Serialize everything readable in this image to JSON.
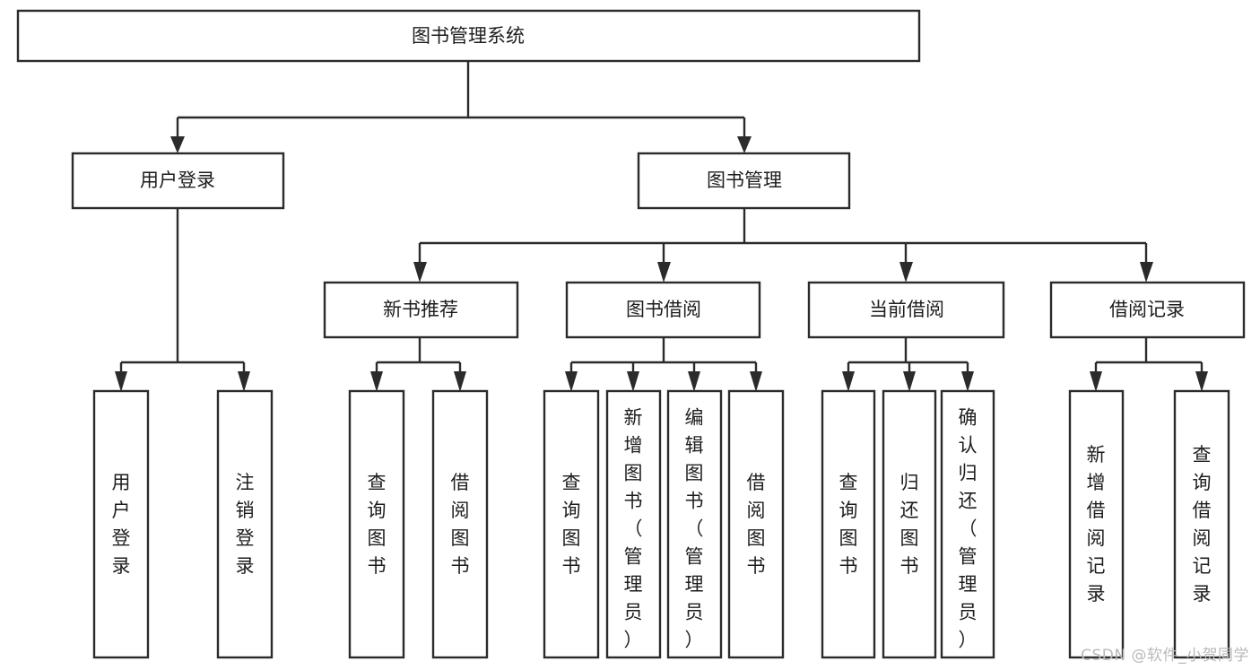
{
  "diagram": {
    "title": "图书管理系统",
    "type": "功能结构图",
    "watermark": "CSDN @软件_小贺同学",
    "colors": {
      "box_stroke": "#2b2b2b",
      "box_fill": "#ffffff",
      "line": "#2b2b2b",
      "text": "#1d1d1d",
      "background": "#ffffff",
      "watermark": "#b9b9b9"
    },
    "root": {
      "id": "root",
      "label": "图书管理系统",
      "orientation": "horizontal"
    },
    "level2": [
      {
        "id": "user-login",
        "label": "用户登录",
        "orientation": "horizontal"
      },
      {
        "id": "book-manage",
        "label": "图书管理",
        "orientation": "horizontal"
      }
    ],
    "level3": [
      {
        "id": "new-book-recommend",
        "label": "新书推荐",
        "parent": "book-manage",
        "orientation": "horizontal"
      },
      {
        "id": "book-borrow",
        "label": "图书借阅",
        "parent": "book-manage",
        "orientation": "horizontal"
      },
      {
        "id": "current-borrow",
        "label": "当前借阅",
        "parent": "book-manage",
        "orientation": "horizontal"
      },
      {
        "id": "borrow-record",
        "label": "借阅记录",
        "parent": "book-manage",
        "orientation": "horizontal"
      }
    ],
    "leaves": [
      {
        "id": "leaf-user-login",
        "label": "用户登录",
        "parent": "user-login",
        "orientation": "vertical",
        "align": "middle"
      },
      {
        "id": "leaf-logout",
        "label": "注销登录",
        "parent": "user-login",
        "orientation": "vertical",
        "align": "middle"
      },
      {
        "id": "leaf-query-book-1",
        "label": "查询图书",
        "parent": "new-book-recommend",
        "orientation": "vertical",
        "align": "middle"
      },
      {
        "id": "leaf-borrow-book-1",
        "label": "借阅图书",
        "parent": "new-book-recommend",
        "orientation": "vertical",
        "align": "middle"
      },
      {
        "id": "leaf-query-book-2",
        "label": "查询图书",
        "parent": "book-borrow",
        "orientation": "vertical",
        "align": "middle"
      },
      {
        "id": "leaf-add-book",
        "label": "新增图书（管理员）",
        "parent": "book-borrow",
        "orientation": "vertical",
        "align": "top"
      },
      {
        "id": "leaf-edit-book",
        "label": "编辑图书（管理员）",
        "parent": "book-borrow",
        "orientation": "vertical",
        "align": "top"
      },
      {
        "id": "leaf-borrow-book-2",
        "label": "借阅图书",
        "parent": "book-borrow",
        "orientation": "vertical",
        "align": "middle"
      },
      {
        "id": "leaf-query-book-3",
        "label": "查询图书",
        "parent": "current-borrow",
        "orientation": "vertical",
        "align": "middle"
      },
      {
        "id": "leaf-return-book",
        "label": "归还图书",
        "parent": "current-borrow",
        "orientation": "vertical",
        "align": "middle"
      },
      {
        "id": "leaf-confirm-return",
        "label": "确认归还（管理员）",
        "parent": "current-borrow",
        "orientation": "vertical",
        "align": "top"
      },
      {
        "id": "leaf-add-record",
        "label": "新增借阅记录",
        "parent": "borrow-record",
        "orientation": "vertical",
        "align": "middle"
      },
      {
        "id": "leaf-query-record",
        "label": "查询借阅记录",
        "parent": "borrow-record",
        "orientation": "vertical",
        "align": "middle"
      }
    ]
  }
}
